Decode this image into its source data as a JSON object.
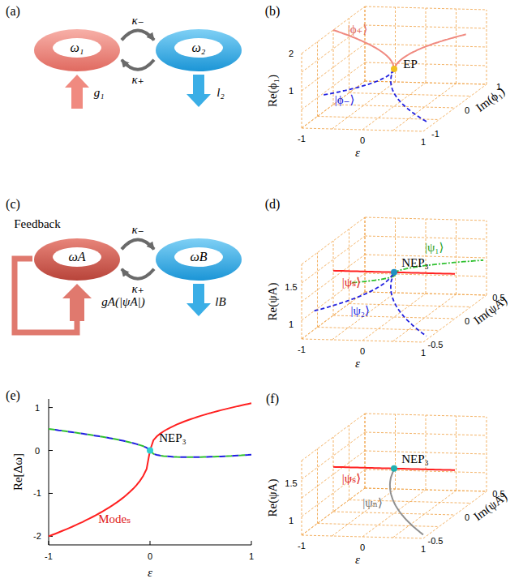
{
  "diagram": {
    "nodes": [
      {
        "text": [
          "ω₁"
        ]
      },
      {
        "text": [
          "ω₂"
        ]
      },
      {
        "text": [
          "ωA"
        ]
      },
      {
        "text": [
          "ωB"
        ]
      }
    ],
    "edges": [
      {
        "from": 0,
        "to": 1,
        "arrow": "to",
        "label": "κ₋"
      },
      {
        "from": 1,
        "to": 0,
        "arrow": "to",
        "label": "κ₊"
      },
      {
        "from": 2,
        "to": 3,
        "arrow": "to",
        "label": "κ₋"
      },
      {
        "from": 3,
        "to": 2,
        "arrow": "to",
        "label": "κ₊"
      }
    ],
    "labels": [
      "(a)",
      "g₁",
      "l₂",
      "(b)",
      "Re(ϕ₁)",
      "Im(ϕ₁)",
      "ε",
      "EP",
      "|ϕ₊⟩",
      "|ϕ₋⟩",
      "2",
      "1",
      "-1",
      "0",
      "1",
      "-1",
      "0",
      "1",
      "(c)",
      "Feedback",
      "gA(|ψA|)",
      "lB",
      "(d)",
      "Re(ψA)",
      "Im(ψA)",
      "ε",
      "|ψₛ⟩",
      "|ψ₁⟩",
      "|ψ₂⟩",
      "NEP₃",
      "1.5",
      "1",
      "-1",
      "0",
      "1",
      "-0.5",
      "0",
      "0.5",
      "(e)",
      "Re[Δω]",
      "ε",
      "NEP₃",
      "Modeₛ",
      "1",
      "0",
      "-1",
      "-2",
      "-1",
      "0",
      "1",
      "(f)",
      "Re(ψA)",
      "Im(ψA)",
      "ε",
      "|ψₛ⟩",
      "|ψₙ⟩",
      "NEP₃",
      "1.5",
      "1",
      "-1",
      "0",
      "1",
      "-0.5",
      "0",
      "0.5"
    ]
  }
}
